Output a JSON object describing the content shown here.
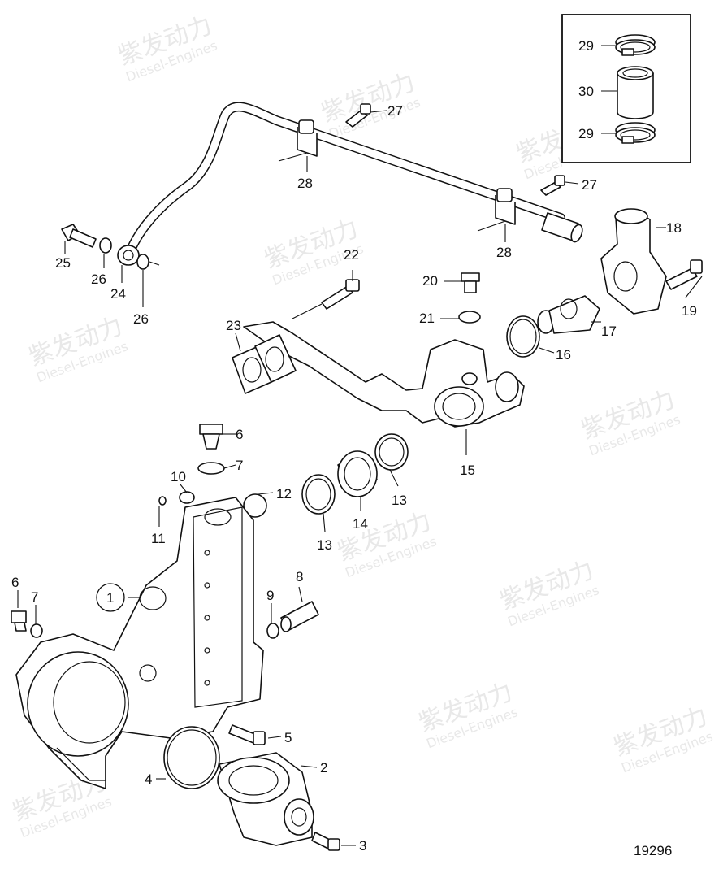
{
  "drawing_number": "19296",
  "watermark": {
    "brand": "紫发动力",
    "sub": "Diesel-Engines"
  },
  "callouts": {
    "c1": "1",
    "c2": "2",
    "c3": "3",
    "c4": "4",
    "c5": "5",
    "c6a": "6",
    "c6b": "6",
    "c7a": "7",
    "c7b": "7",
    "c8": "8",
    "c9": "9",
    "c10": "10",
    "c11": "11",
    "c12": "12",
    "c13a": "13",
    "c13b": "13",
    "c14": "14",
    "c15": "15",
    "c16": "16",
    "c17": "17",
    "c18": "18",
    "c19": "19",
    "c20": "20",
    "c21": "21",
    "c22": "22",
    "c23": "23",
    "c24": "24",
    "c25": "25",
    "c26a": "26",
    "c26b": "26",
    "c27a": "27",
    "c27b": "27",
    "c28a": "28",
    "c28b": "28",
    "c29a": "29",
    "c29b": "29",
    "c30": "30"
  }
}
